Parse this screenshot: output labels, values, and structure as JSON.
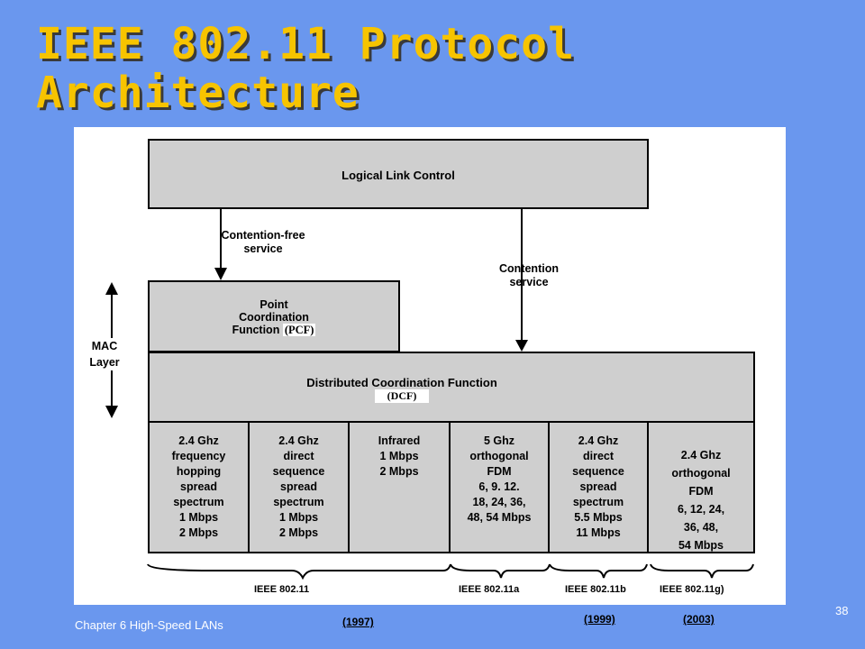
{
  "slide": {
    "title_line1": "IEEE 802.11 Protocol",
    "title_line2": "Architecture",
    "footer_left": "Chapter 6 High-Speed LANs",
    "page_number": "38"
  },
  "diagram": {
    "llc": "Logical Link Control",
    "contention_free_line1": "Contention-free",
    "contention_free_line2": "service",
    "contention_line1": "Contention",
    "contention_line2": "service",
    "pcf_line1": "Point",
    "pcf_line2": "Coordination",
    "pcf_line3": "Function",
    "pcf_abbr": "(PCF)",
    "dcf": "Distributed Coordination Function",
    "dcf_abbr": "(DCF)",
    "mac_line1": "MAC",
    "mac_line2": "Layer",
    "phy_cells": [
      "2.4 Ghz\nfrequency\nhopping\nspread\nspectrum\n1 Mbps\n2 Mbps",
      "2.4 Ghz\ndirect\nsequence\nspread\nspectrum\n1 Mbps\n2 Mbps",
      "Infrared\n1 Mbps\n2 Mbps",
      "5 Ghz\northogonal\nFDM\n6, 9. 12.\n18, 24, 36,\n48, 54 Mbps",
      "2.4 Ghz\ndirect\nsequence\nspread\nspectrum\n5.5 Mbps\n11 Mbps",
      "2.4 Ghz\northogonal\nFDM\n6, 12, 24,\n36, 48,\n54 Mbps"
    ],
    "standards": [
      "IEEE 802.11",
      "IEEE 802.11a",
      "IEEE 802.11b",
      "IEEE 802.11g)"
    ],
    "years": [
      "(1997)",
      "(1999)",
      "(2003)"
    ]
  }
}
